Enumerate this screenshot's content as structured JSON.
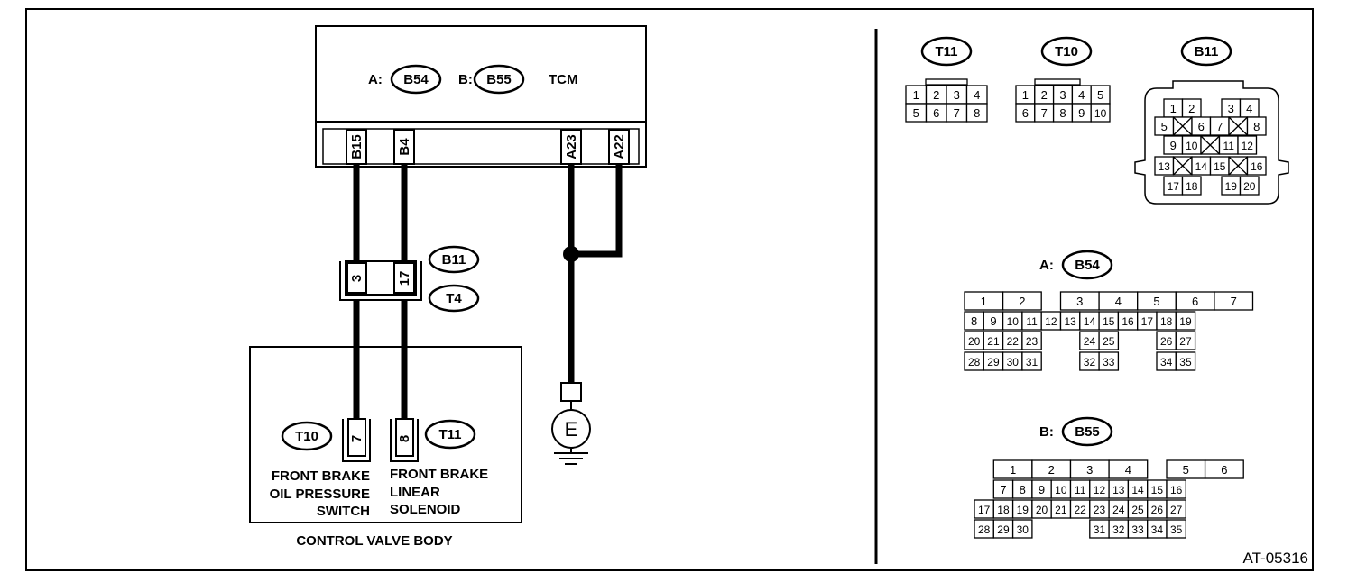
{
  "tcm": {
    "a_prefix": "A:",
    "a_connector": "B54",
    "b_prefix": "B:",
    "b_connector": "B55",
    "name": "TCM",
    "pins": [
      "B15",
      "B4",
      "A23",
      "A22"
    ]
  },
  "joint": {
    "pins": [
      "3",
      "17"
    ],
    "connectors": [
      "B11",
      "T4"
    ]
  },
  "cvb": {
    "title": "CONTROL VALVE BODY",
    "left_connector": "T10",
    "left_pin": "7",
    "right_connector": "T11",
    "right_pin": "8",
    "left_label": [
      "FRONT BRAKE",
      "OIL PRESSURE",
      "SWITCH"
    ],
    "right_label": [
      "FRONT BRAKE",
      "LINEAR",
      "SOLENOID"
    ]
  },
  "ground": {
    "label": "E"
  },
  "faces": {
    "t11": {
      "name": "T11",
      "rows": [
        [
          "1",
          "2",
          "3",
          "4"
        ],
        [
          "5",
          "6",
          "7",
          "8"
        ]
      ]
    },
    "t10": {
      "name": "T10",
      "rows": [
        [
          "1",
          "2",
          "3",
          "4",
          "5"
        ],
        [
          "6",
          "7",
          "8",
          "9",
          "10"
        ]
      ]
    },
    "b11": {
      "name": "B11",
      "pins": [
        "1",
        "2",
        "3",
        "4",
        "5",
        "6",
        "7",
        "8",
        "9",
        "10",
        "11",
        "12",
        "13",
        "14",
        "15",
        "16",
        "17",
        "18",
        "19",
        "20"
      ]
    },
    "b54": {
      "prefix": "A:",
      "name": "B54",
      "pins": [
        "1",
        "2",
        "3",
        "4",
        "5",
        "6",
        "7",
        "8",
        "9",
        "10",
        "11",
        "12",
        "13",
        "14",
        "15",
        "16",
        "17",
        "18",
        "19",
        "20",
        "21",
        "22",
        "23",
        "24",
        "25",
        "26",
        "27",
        "28",
        "29",
        "30",
        "31",
        "32",
        "33",
        "34",
        "35"
      ]
    },
    "b55": {
      "prefix": "B:",
      "name": "B55",
      "pins": [
        "1",
        "2",
        "3",
        "4",
        "5",
        "6",
        "7",
        "8",
        "9",
        "10",
        "11",
        "12",
        "13",
        "14",
        "15",
        "16",
        "17",
        "18",
        "19",
        "20",
        "21",
        "22",
        "23",
        "24",
        "25",
        "26",
        "27",
        "28",
        "29",
        "30",
        "31",
        "32",
        "33",
        "34",
        "35"
      ]
    }
  },
  "figure_id": "AT-05316"
}
